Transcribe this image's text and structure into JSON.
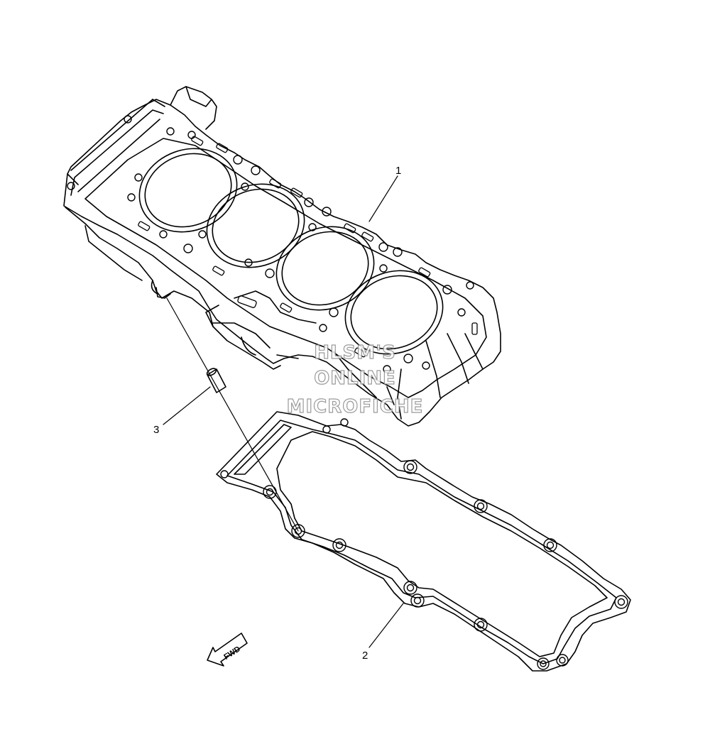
{
  "callouts": {
    "part1": "1",
    "part2": "2",
    "part3": "3"
  },
  "watermark": {
    "line1": "HLSM'S",
    "line2": "ONLINE",
    "line3": "MICROFICHE"
  },
  "direction_marker": {
    "label": "FWD",
    "icon": "fwd-arrow-icon"
  },
  "colors": {
    "line": "#000000",
    "background": "#ffffff",
    "watermark_outline": "#8a8a8a"
  }
}
